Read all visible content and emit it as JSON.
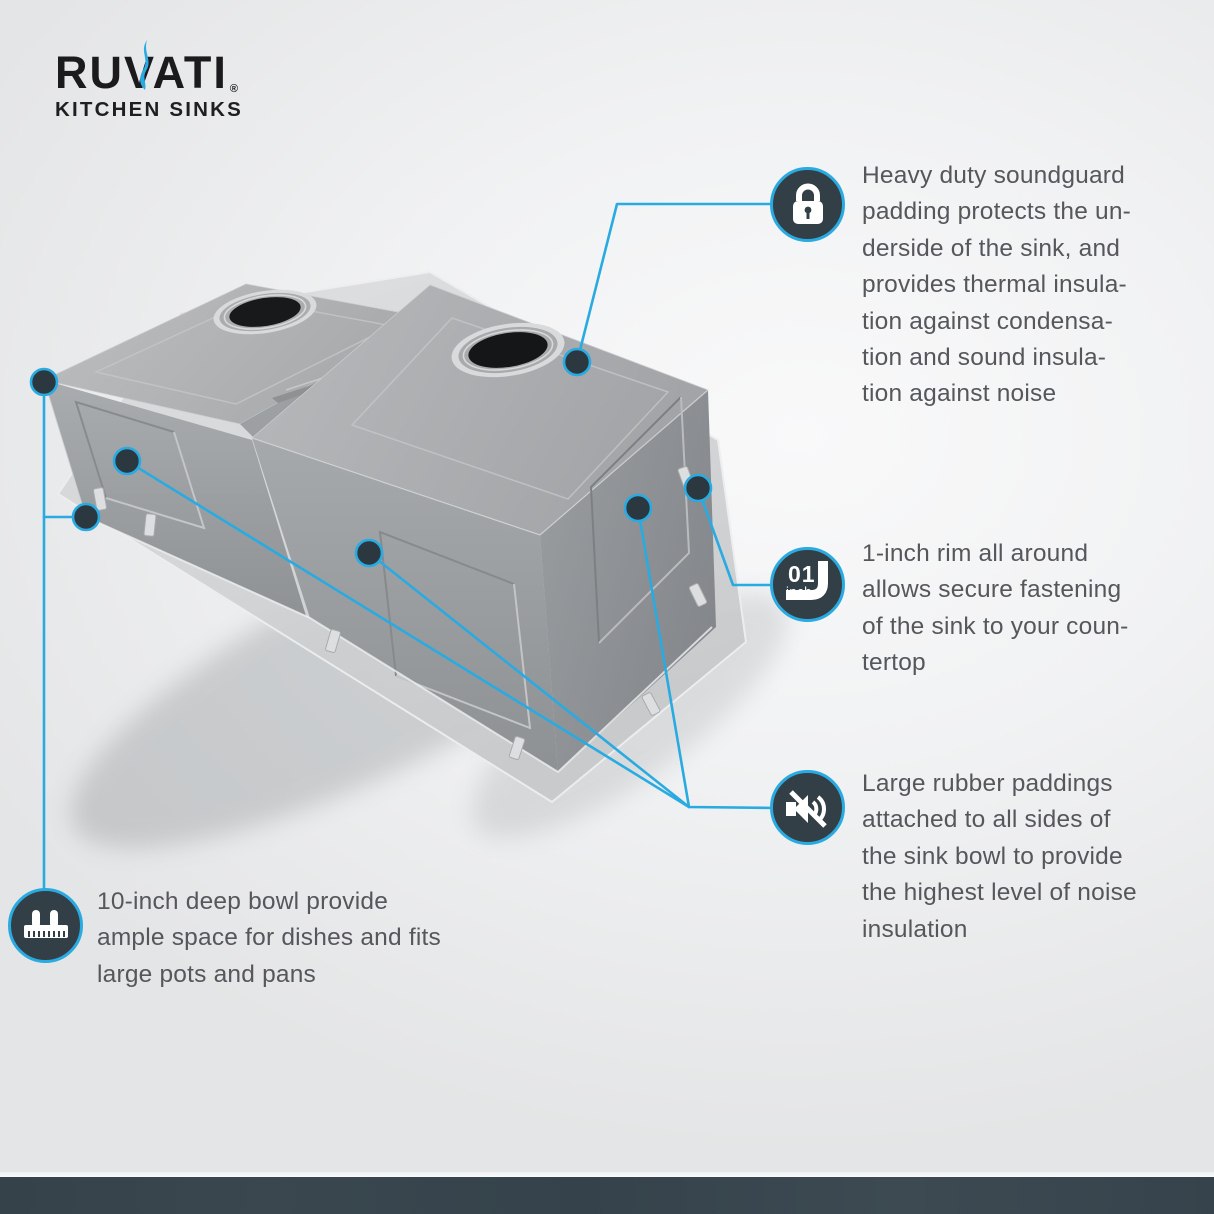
{
  "brand": {
    "name": "RUVATI",
    "registered": "®",
    "tagline": "KITCHEN SINKS"
  },
  "colors": {
    "accent_blue": "#29abe2",
    "badge_background": "#333f47",
    "text_gray": "#55575b",
    "bottom_bar": "#3a464d"
  },
  "callouts": {
    "soundguard": {
      "icon": "lock-icon",
      "text": "Heavy duty soundguard\npadding protects the un-\nderside of the sink, and\nprovides thermal insula-\ntion against condensa-\ntion and sound insula-\ntion against noise"
    },
    "rim": {
      "icon": "one-inch-rim-icon",
      "badge_number": "01",
      "badge_unit": "inch",
      "text": "1-inch rim all around\nallows secure fastening\nof the sink to your coun-\ntertop"
    },
    "rubber_padding": {
      "icon": "muted-speaker-icon",
      "text": "Large rubber paddings\nattached to all sides of\nthe sink bowl to provide\nthe highest level of noise\ninsulation"
    },
    "bowl_depth": {
      "icon": "depth-ruler-icon",
      "text": "10-inch deep bowl provide\nample space for dishes and fits\nlarge pots and pans"
    }
  }
}
